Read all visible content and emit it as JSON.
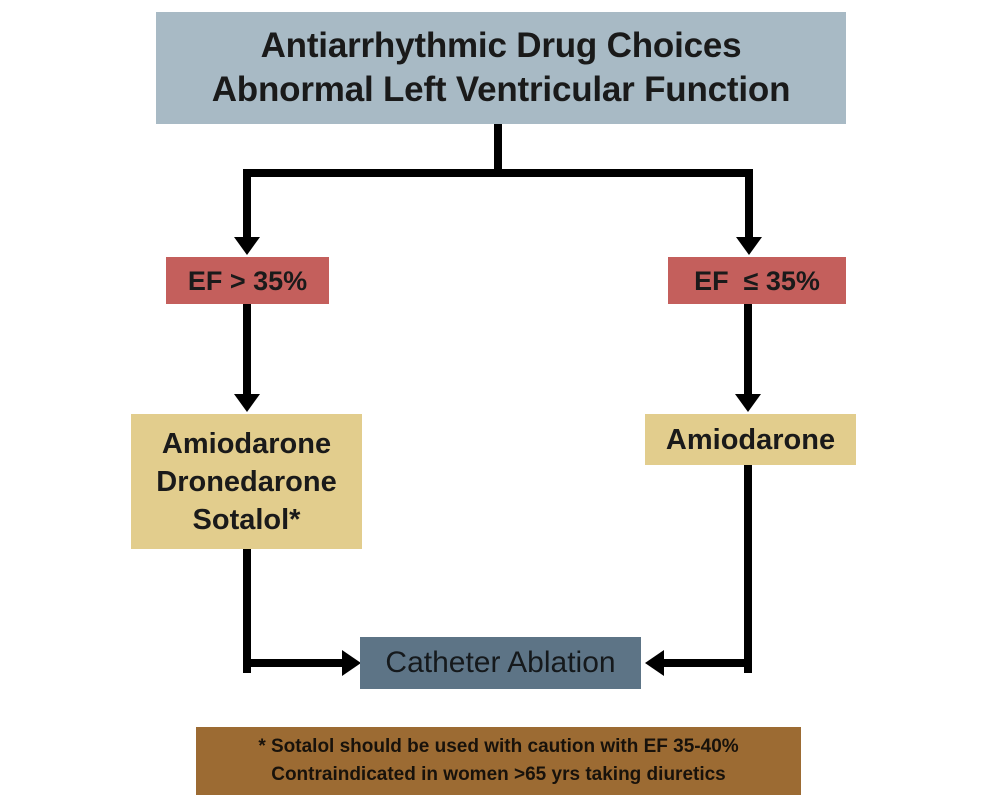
{
  "diagram": {
    "title_box": {
      "lines": [
        "Antiarrhythmic Drug Choices",
        "Abnormal Left Ventricular Function"
      ],
      "color": "#a8bac5"
    },
    "branches": [
      {
        "side": "left",
        "decision": {
          "label": "EF > 35%",
          "color": "#c45f5c"
        },
        "therapy": {
          "lines": [
            "Amiodarone",
            "Dronedarone",
            "Sotalol*"
          ],
          "color": "#e2cd8d"
        }
      },
      {
        "side": "right",
        "decision": {
          "label": "EF  ≤ 35%",
          "color": "#c45f5c"
        },
        "therapy": {
          "lines": [
            "Amiodarone"
          ],
          "color": "#e2cd8d"
        }
      }
    ],
    "outcome": {
      "label": "Catheter Ablation",
      "color": "#5d7486"
    },
    "footnote": {
      "lines": [
        "* Sotalol should be used with caution with EF 35-40%",
        "Contraindicated in women >65 yrs taking diuretics"
      ],
      "color": "#9c6b33"
    }
  }
}
